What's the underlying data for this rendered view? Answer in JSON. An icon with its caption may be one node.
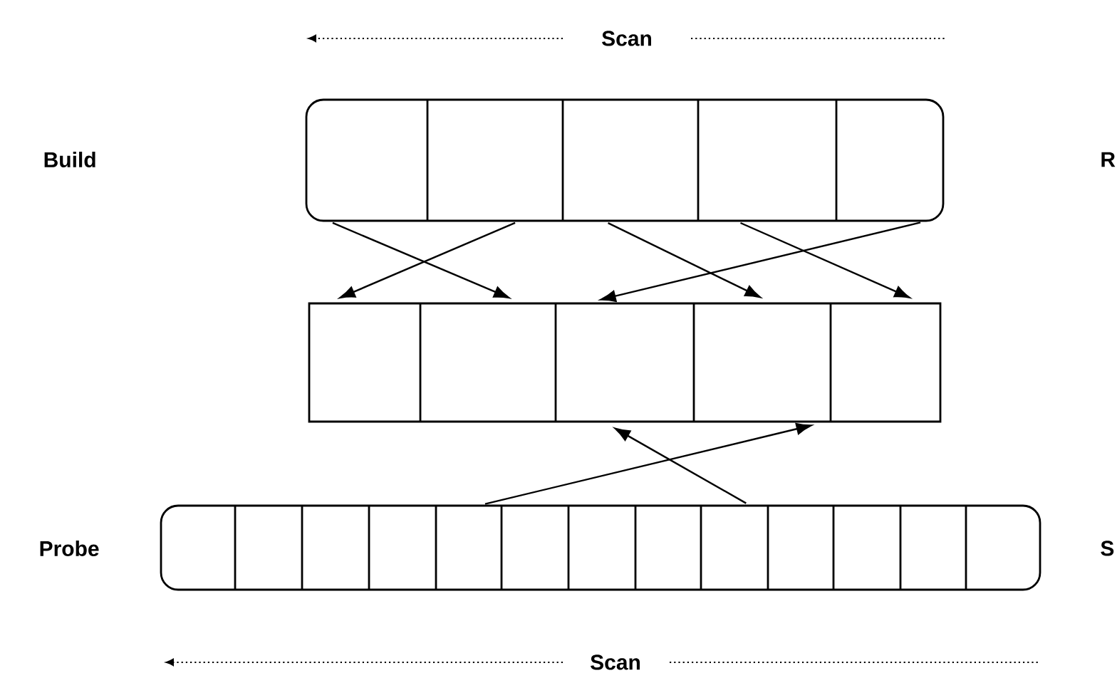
{
  "diagram": {
    "nodes": [
      {
        "text": [],
        "shape": "box"
      },
      {
        "text": [],
        "shape": "box"
      },
      {
        "text": [],
        "shape": "box"
      }
    ],
    "edges": [
      {
        "from": 0,
        "to": 1,
        "arrow": "to"
      },
      {
        "from": 0,
        "to": 1,
        "arrow": "to"
      },
      {
        "from": 0,
        "to": 1,
        "arrow": "to"
      },
      {
        "from": 0,
        "to": 1,
        "arrow": "to"
      },
      {
        "from": 0,
        "to": 1,
        "arrow": "to"
      },
      {
        "from": 2,
        "to": 1,
        "arrow": "to"
      },
      {
        "from": 2,
        "to": 1,
        "arrow": "to"
      }
    ],
    "labels": [
      "Scan",
      "Build",
      "R",
      "Probe",
      "S",
      "Scan"
    ]
  }
}
